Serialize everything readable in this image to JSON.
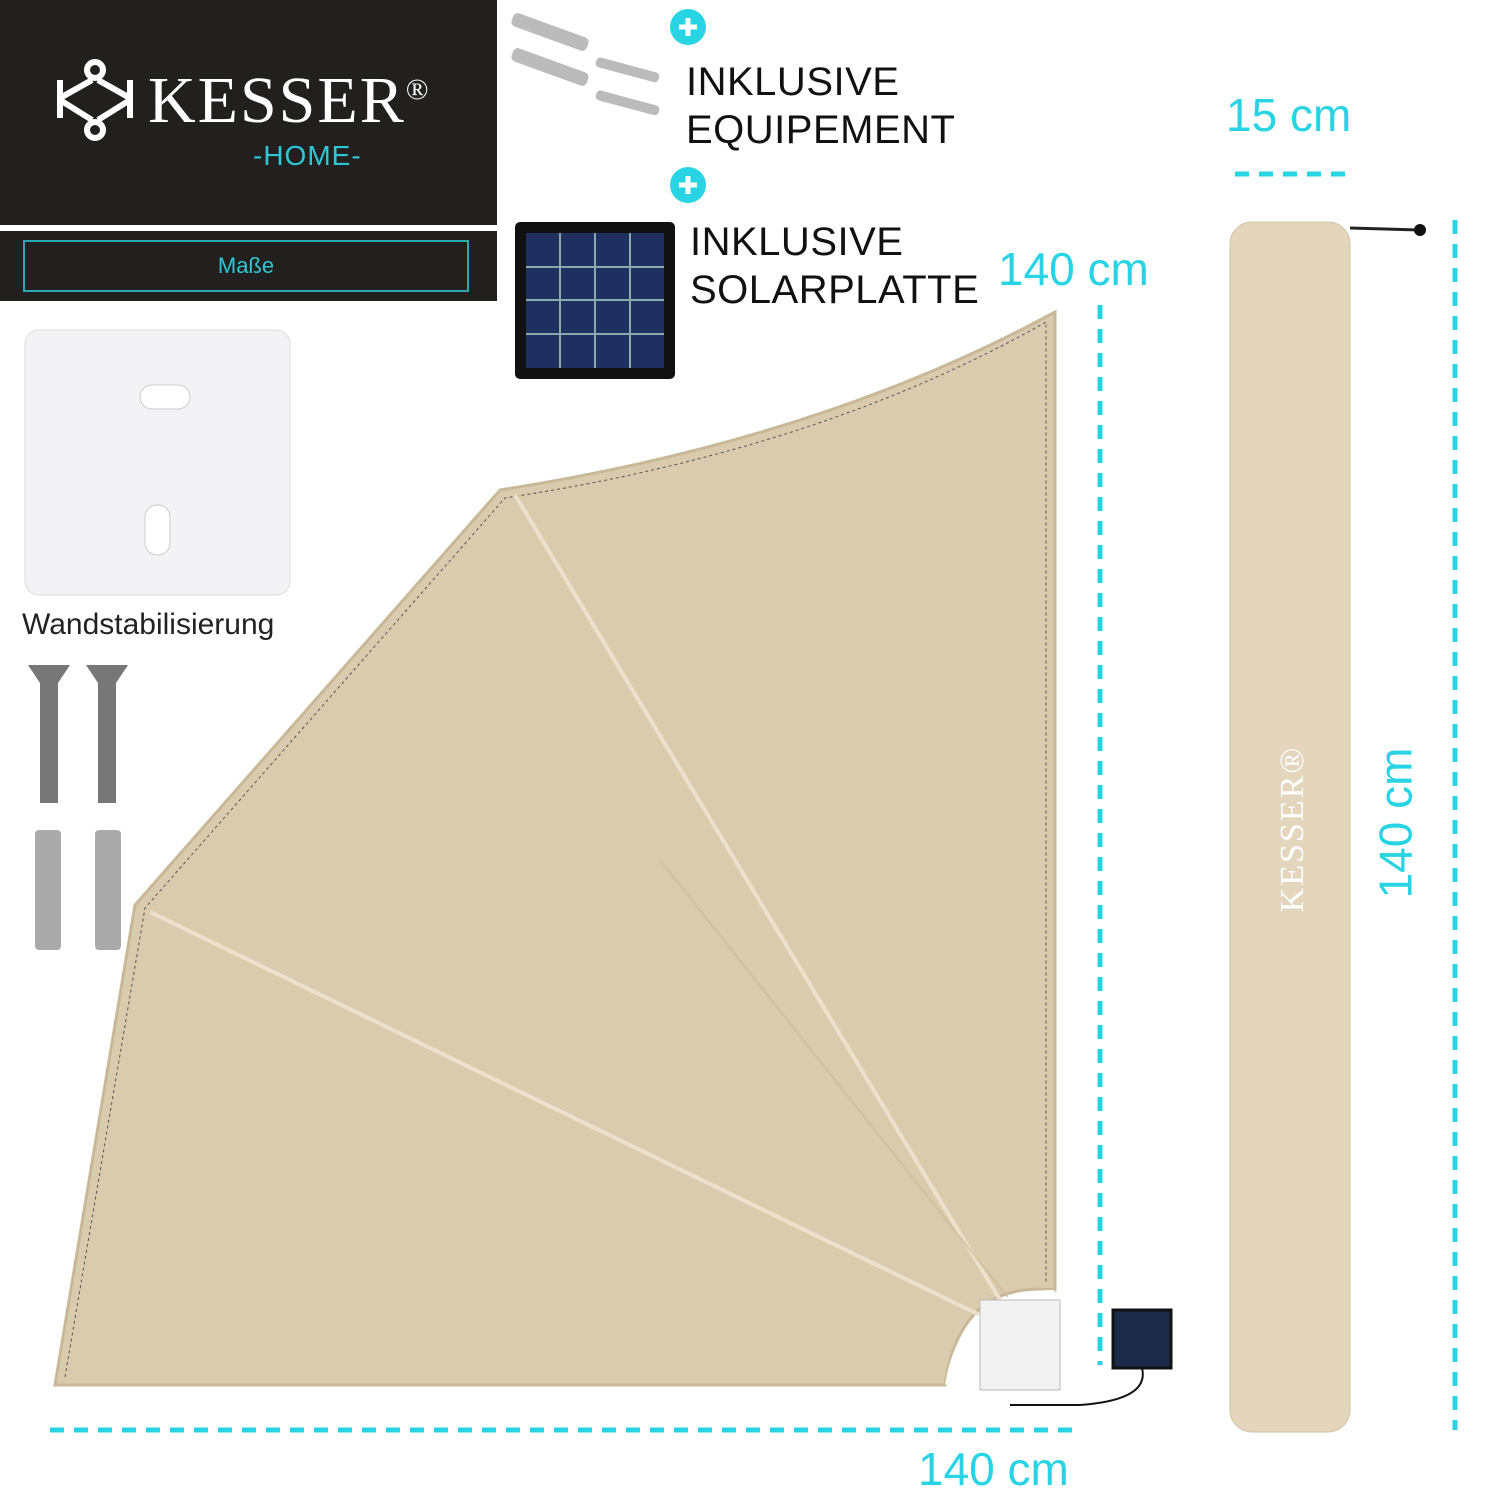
{
  "brand": {
    "name": "KESSER",
    "registered": "®",
    "sub": "-HOME-",
    "section_label": "Maße"
  },
  "features": [
    {
      "icon": "plus-icon",
      "line1": "INKLUSIVE",
      "line2": "EQUIPEMENT"
    },
    {
      "icon": "plus-icon",
      "line1": "INKLUSIVE",
      "line2": "SOLARPLATTE"
    }
  ],
  "wall_bracket_label": "Wandstabilisierung",
  "dimensions": {
    "fan_height": "140 cm",
    "fan_width": "140 cm",
    "tube_width": "15 cm",
    "tube_length": "140 cm"
  },
  "tube_logo": "KESSER®",
  "colors": {
    "accent": "#28d4e4",
    "fabric": "#dccdb0",
    "tube": "#e3d6bd",
    "brand_bg": "#221f1f"
  }
}
